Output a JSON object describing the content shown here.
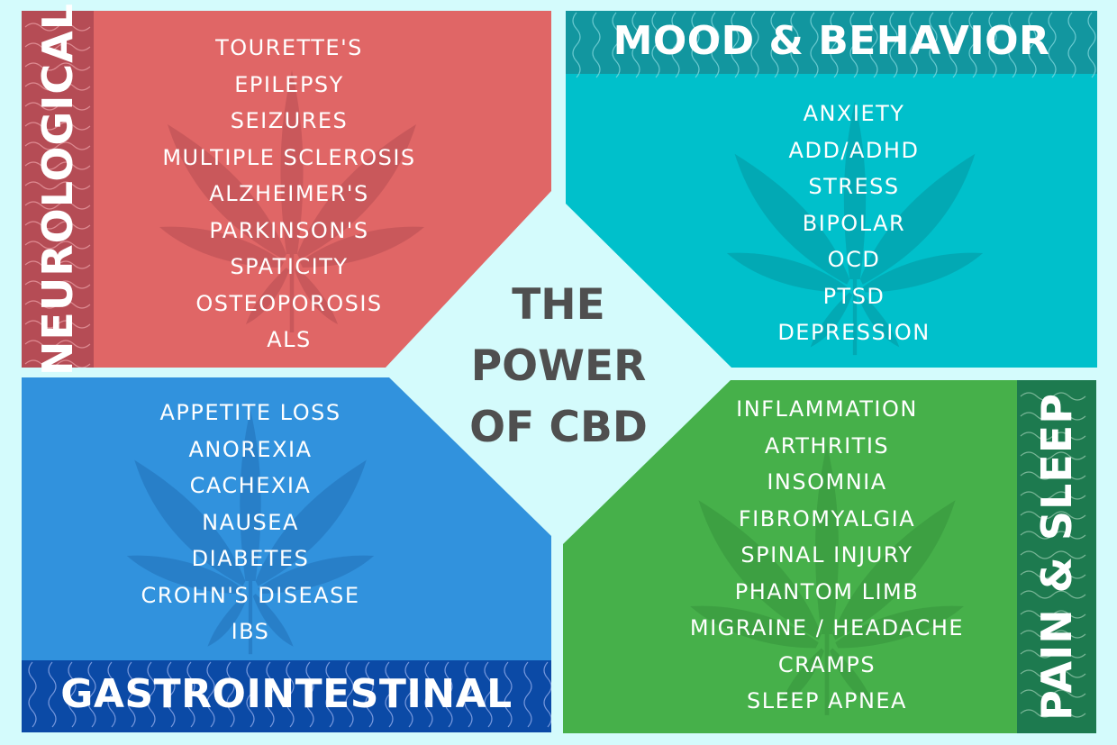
{
  "title": {
    "line1": "THE",
    "line2": "POWER",
    "line3": "OF CBD"
  },
  "colors": {
    "background": "#d4fbfc",
    "neurological": "#e06666",
    "neurological_band": "#b54c55",
    "mood": "#00c0cb",
    "mood_band": "#12969f",
    "gastro": "#3192dd",
    "gastro_band": "#0b4aa6",
    "pain": "#46b04a",
    "pain_band": "#1d7a4f",
    "title_text": "#4f4f4f"
  },
  "quadrants": {
    "neurological": {
      "title": "NEUROLOGICAL",
      "icon": "cannabis-leaf-icon",
      "items": [
        "TOURETTE'S",
        "EPILEPSY",
        "SEIZURES",
        "MULTIPLE SCLEROSIS",
        "ALZHEIMER'S",
        "PARKINSON'S",
        "SPATICITY",
        "OSTEOPOROSIS",
        "ALS"
      ]
    },
    "mood": {
      "title": "MOOD & BEHAVIOR",
      "icon": "cannabis-leaf-icon",
      "items": [
        "ANXIETY",
        "ADD/ADHD",
        "STRESS",
        "BIPOLAR",
        "OCD",
        "PTSD",
        "DEPRESSION"
      ]
    },
    "gastro": {
      "title": "GASTROINTESTINAL",
      "icon": "cannabis-leaf-icon",
      "items": [
        "APPETITE LOSS",
        "ANOREXIA",
        "CACHEXIA",
        "NAUSEA",
        "DIABETES",
        "CROHN'S DISEASE",
        "IBS"
      ]
    },
    "pain": {
      "title": "PAIN & SLEEP",
      "icon": "cannabis-leaf-icon",
      "items": [
        "INFLAMMATION",
        "ARTHRITIS",
        "INSOMNIA",
        "FIBROMYALGIA",
        "SPINAL INJURY",
        "PHANTOM LIMB",
        "MIGRAINE / HEADACHE",
        "CRAMPS",
        "SLEEP APNEA"
      ]
    }
  }
}
